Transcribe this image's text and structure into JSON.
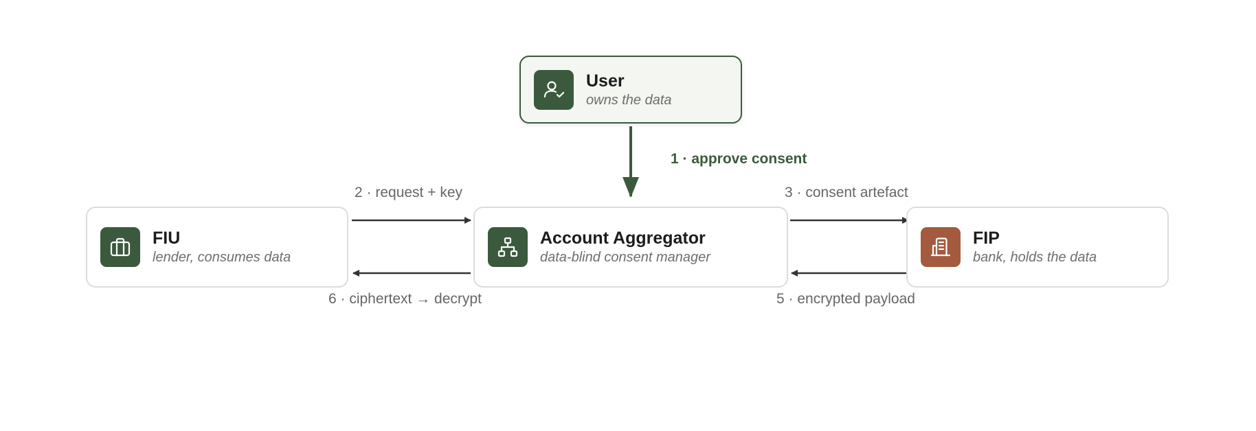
{
  "colors": {
    "accent_green": "#3b5a3d",
    "accent_brown": "#a35a3f",
    "arrow_dark": "#333333"
  },
  "nodes": {
    "user": {
      "title": "User",
      "subtitle": "owns the data",
      "icon": "user-check-icon"
    },
    "fiu": {
      "title": "FIU",
      "subtitle": "lender, consumes data",
      "icon": "briefcase-icon"
    },
    "aa": {
      "title": "Account Aggregator",
      "subtitle": "data-blind consent manager",
      "icon": "network-hierarchy-icon"
    },
    "fip": {
      "title": "FIP",
      "subtitle": "bank, holds the data",
      "icon": "bank-document-icon"
    }
  },
  "edges": {
    "approve": {
      "label": "1 · approve consent",
      "from": "user",
      "to": "aa"
    },
    "request": {
      "label": "2 · request + key",
      "from": "fiu",
      "to": "aa"
    },
    "artefact": {
      "label": "3 · consent artefact",
      "from": "aa",
      "to": "fip"
    },
    "payload": {
      "label": "5 · encrypted payload",
      "from": "fip",
      "to": "aa"
    },
    "ciphertext": {
      "label": "6 · ciphertext → decrypt",
      "from": "aa",
      "to": "fiu"
    }
  }
}
